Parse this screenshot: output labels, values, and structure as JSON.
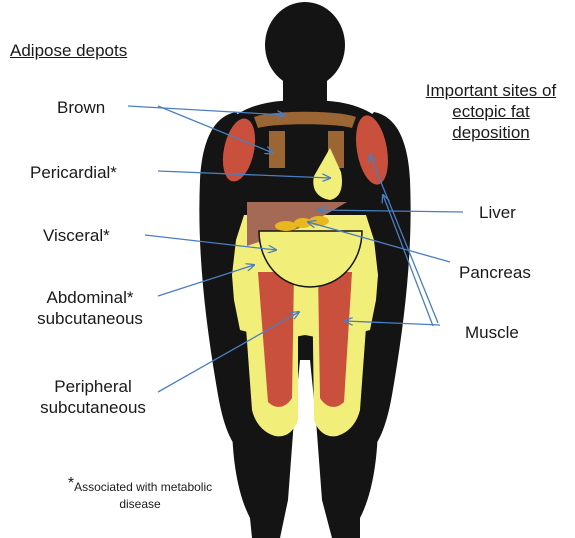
{
  "headings": {
    "adipose_depots": "Adipose depots",
    "ectopic_line1": "Important sites of",
    "ectopic_line2": "ectopic fat",
    "ectopic_line3": "deposition"
  },
  "labels": {
    "brown": "Brown",
    "pericardial": "Pericardial*",
    "visceral": "Visceral*",
    "abdominal_line1": "Abdominal*",
    "abdominal_line2": "subcutaneous",
    "peripheral_line1": "Peripheral",
    "peripheral_line2": "subcutaneous",
    "liver": "Liver",
    "pancreas": "Pancreas",
    "muscle": "Muscle"
  },
  "footnote": {
    "star": "*",
    "line1": "Associated with metabolic",
    "line2": "disease"
  },
  "colors": {
    "silhouette": "#141414",
    "yellow_fat": "#f2ee7a",
    "red_muscle": "#c9503c",
    "brown_fat": "#9b6633",
    "liver": "#a56a55",
    "pancreas": "#e8b81e",
    "arrow": "#4a7ec0"
  }
}
